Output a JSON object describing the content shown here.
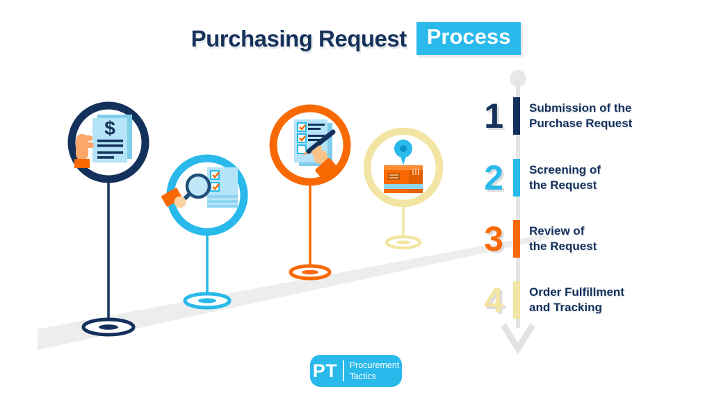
{
  "title": {
    "main": "Purchasing Request",
    "highlight": "Process"
  },
  "steps": [
    {
      "number": "1",
      "color": "#14315c",
      "lines": [
        "Submission of the",
        "Purchase Request"
      ],
      "icon": "hand-holding-dollar-document"
    },
    {
      "number": "2",
      "color": "#29b9ea",
      "lines": [
        "Screening of",
        "the Request"
      ],
      "icon": "magnifier-over-checklist"
    },
    {
      "number": "3",
      "color": "#f96903",
      "lines": [
        "Review of",
        "the Request"
      ],
      "icon": "pen-signing-checklist"
    },
    {
      "number": "4",
      "color": "#f2e5a3",
      "lines": [
        "Order Fulfillment",
        "and Tracking"
      ],
      "icon": "package-with-location-pin"
    }
  ],
  "glyphs": {
    "dollar": "$"
  },
  "logo": {
    "abbr": "PT",
    "name_lines": [
      "Procurement",
      "Tactics"
    ]
  },
  "colors": {
    "navy": "#14315c",
    "cyan": "#29b9ea",
    "orange": "#f96903",
    "pale_yellow": "#f2e5a3",
    "road_gray": "#ededed",
    "timeline_gray": "#e5e5e5",
    "background": "#ffffff"
  }
}
